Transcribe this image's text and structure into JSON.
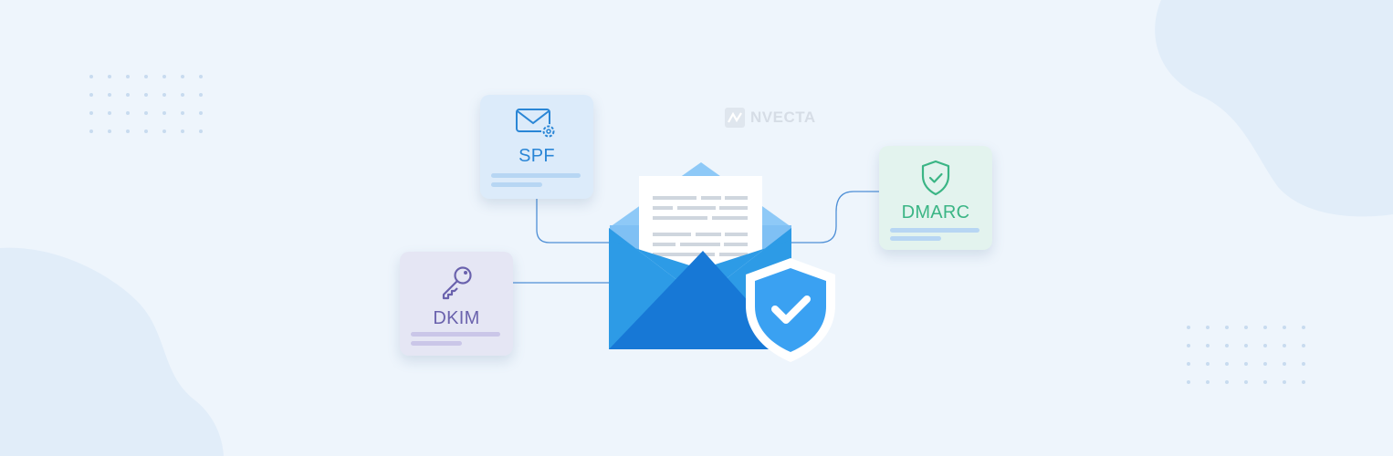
{
  "colors": {
    "background": "#eef5fc",
    "blob": "#e1edf9",
    "dots": "#c8dbef",
    "connector": "#4e8fd6",
    "spf_accent": "#2a86d6",
    "dkim_accent": "#6a62ad",
    "dmarc_accent": "#3bb585",
    "envelope_light": "#2d9be6",
    "envelope_dark": "#1778d6",
    "shield": "#3aa1f2"
  },
  "watermark": {
    "brand": "NVECTA"
  },
  "cards": {
    "spf": {
      "label": "SPF",
      "icon": "mail-settings-icon"
    },
    "dkim": {
      "label": "DKIM",
      "icon": "key-icon"
    },
    "dmarc": {
      "label": "DMARC",
      "icon": "shield-check-icon"
    }
  },
  "center": {
    "icon": "open-envelope-icon",
    "badge_icon": "shield-check-icon"
  }
}
